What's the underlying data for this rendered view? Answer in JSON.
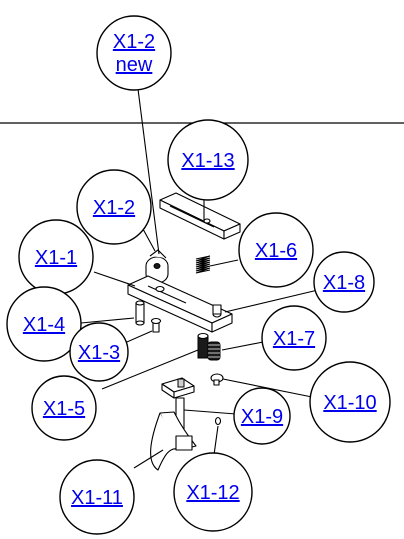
{
  "diagram": {
    "separator_color": "#000000",
    "link_color": "#0000ee",
    "callouts": [
      {
        "id": "x1-2-new",
        "lines": [
          "X1-2",
          "new"
        ]
      },
      {
        "id": "x1-13",
        "lines": [
          "X1-13"
        ]
      },
      {
        "id": "x1-2",
        "lines": [
          "X1-2"
        ]
      },
      {
        "id": "x1-1",
        "lines": [
          "X1-1"
        ]
      },
      {
        "id": "x1-6",
        "lines": [
          "X1-6"
        ]
      },
      {
        "id": "x1-8",
        "lines": [
          "X1-8"
        ]
      },
      {
        "id": "x1-4",
        "lines": [
          "X1-4"
        ]
      },
      {
        "id": "x1-3",
        "lines": [
          "X1-3"
        ]
      },
      {
        "id": "x1-7",
        "lines": [
          "X1-7"
        ]
      },
      {
        "id": "x1-5",
        "lines": [
          "X1-5"
        ]
      },
      {
        "id": "x1-10",
        "lines": [
          "X1-10"
        ]
      },
      {
        "id": "x1-9",
        "lines": [
          "X1-9"
        ]
      },
      {
        "id": "x1-11",
        "lines": [
          "X1-11"
        ]
      },
      {
        "id": "x1-12",
        "lines": [
          "X1-12"
        ]
      }
    ]
  }
}
